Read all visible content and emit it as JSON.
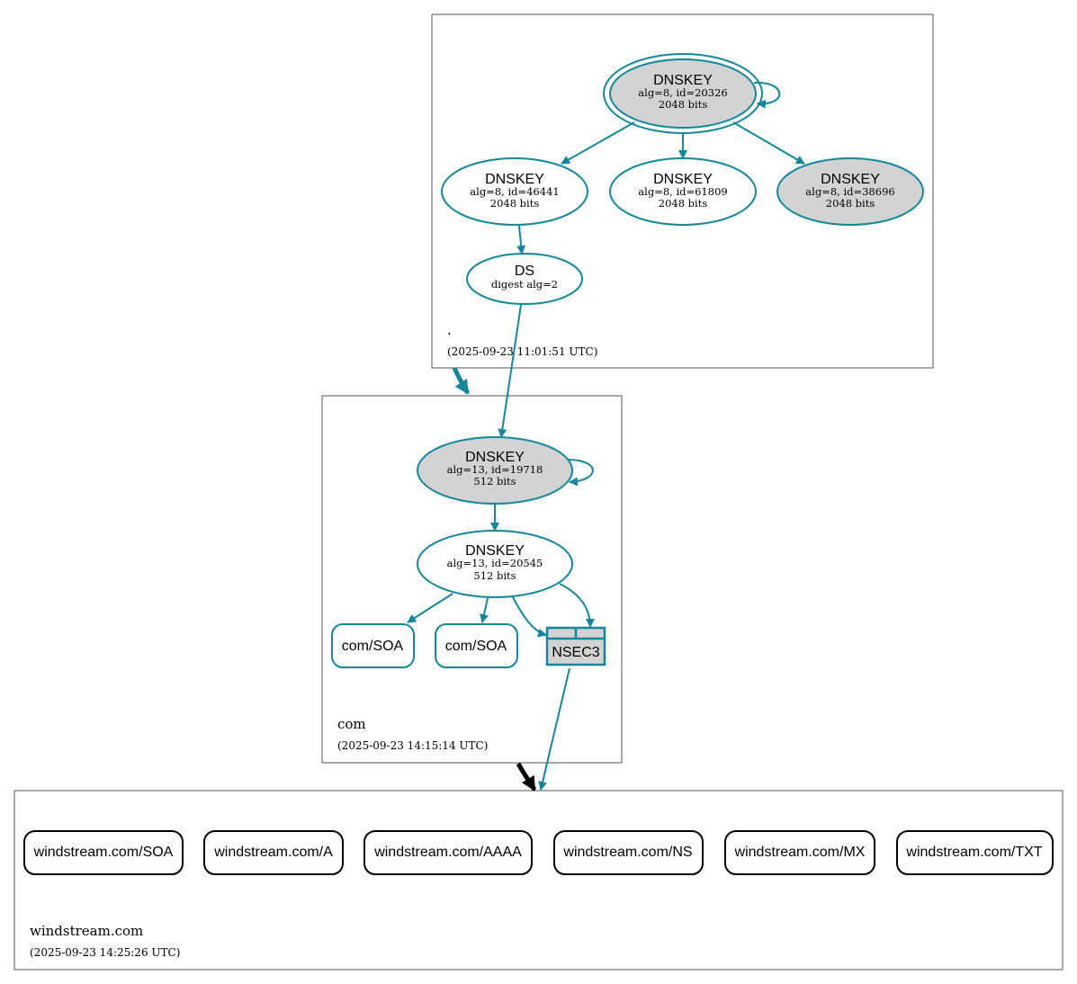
{
  "colors": {
    "teal": "#14889a",
    "sep_fill": "#d3d3d3",
    "zone_border": "#555555",
    "black": "#000000"
  },
  "zones": {
    "root": {
      "name": ".",
      "timestamp": "(2025-09-23 11:01:51 UTC)"
    },
    "com": {
      "name": "com",
      "timestamp": "(2025-09-23 14:15:14 UTC)"
    },
    "windstream": {
      "name": "windstream.com",
      "timestamp": "(2025-09-23 14:25:26 UTC)"
    }
  },
  "nodes": {
    "root_ksk": {
      "title": "DNSKEY",
      "line1": "alg=8, id=20326",
      "line2": "2048 bits"
    },
    "root_zsk1": {
      "title": "DNSKEY",
      "line1": "alg=8, id=46441",
      "line2": "2048 bits"
    },
    "root_zsk2": {
      "title": "DNSKEY",
      "line1": "alg=8, id=61809",
      "line2": "2048 bits"
    },
    "root_zsk3": {
      "title": "DNSKEY",
      "line1": "alg=8, id=38696",
      "line2": "2048 bits"
    },
    "root_ds": {
      "title": "DS",
      "line1": "digest alg=2"
    },
    "com_ksk": {
      "title": "DNSKEY",
      "line1": "alg=13, id=19718",
      "line2": "512 bits"
    },
    "com_zsk": {
      "title": "DNSKEY",
      "line1": "alg=13, id=20545",
      "line2": "512 bits"
    },
    "com_soa1": {
      "label": "com/SOA"
    },
    "com_soa2": {
      "label": "com/SOA"
    },
    "com_nsec3": {
      "label": "NSEC3"
    }
  },
  "records": [
    "windstream.com/SOA",
    "windstream.com/A",
    "windstream.com/AAAA",
    "windstream.com/NS",
    "windstream.com/MX",
    "windstream.com/TXT"
  ]
}
